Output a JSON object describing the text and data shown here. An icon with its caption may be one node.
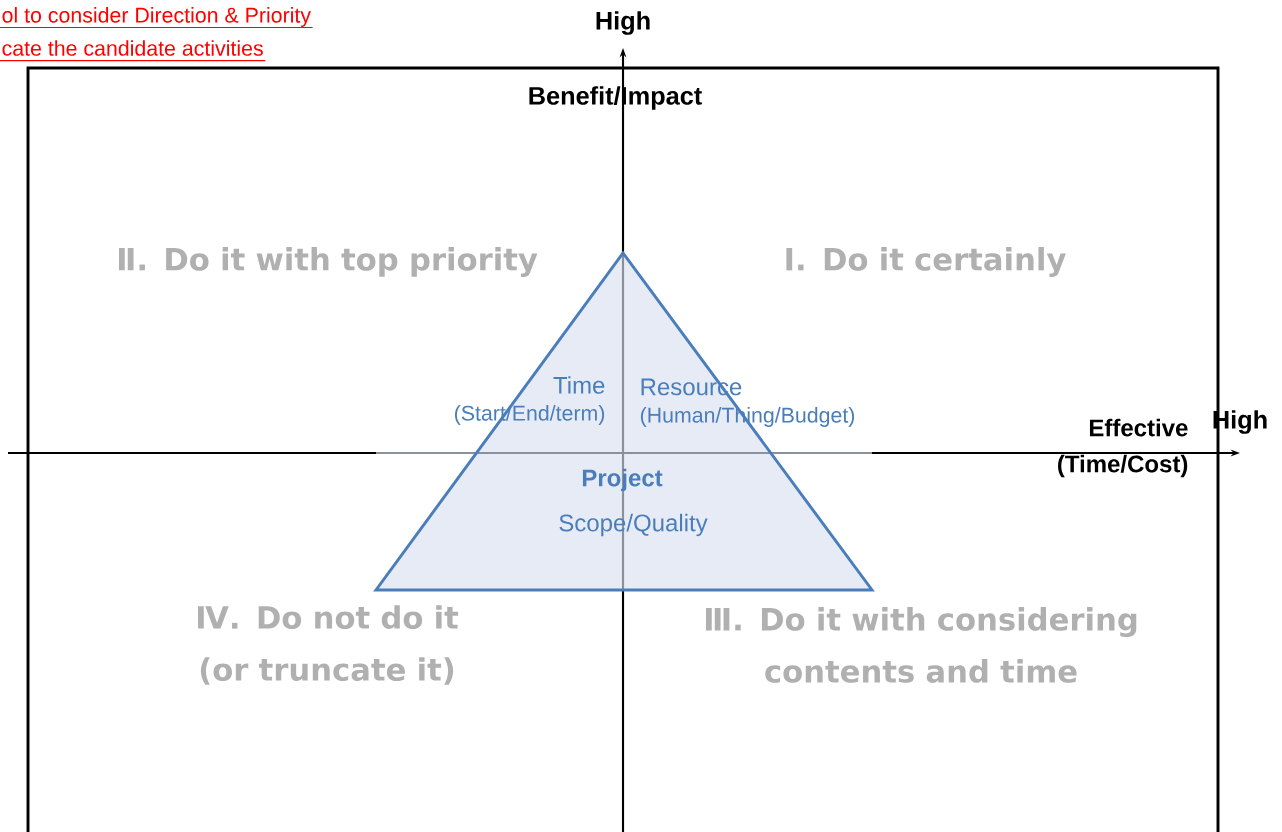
{
  "diagram": {
    "nodes": [
      {
        "text": [
          "Time",
          "(Start/End/term)",
          "Resource",
          "(Human/Thing/Budget)",
          "Project",
          "Scope/Quality"
        ]
      }
    ],
    "labels": [
      "ol to consider Direction & Priority",
      "cate the candidate activities",
      "High",
      "Benefit/Impact",
      "Ⅱ. Do it with top priority",
      "Ⅰ. Do it certainly",
      "Effective (Time/Cost)",
      "High",
      "Ⅳ. Do not do it (or truncate it)",
      "Ⅲ. Do it with considering contents and time"
    ]
  }
}
